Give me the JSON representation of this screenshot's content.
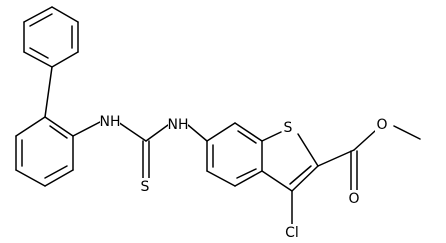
{
  "diagram": {
    "type": "chemical-structure",
    "atoms": [
      {
        "id": "nh1",
        "label": "NH"
      },
      {
        "id": "nh2",
        "label": "NH"
      },
      {
        "id": "s_thione",
        "label": "S"
      },
      {
        "id": "s_ring",
        "label": "S"
      },
      {
        "id": "o_ether",
        "label": "O"
      },
      {
        "id": "o_carbonyl",
        "label": "O"
      },
      {
        "id": "cl",
        "label": "Cl"
      }
    ]
  }
}
